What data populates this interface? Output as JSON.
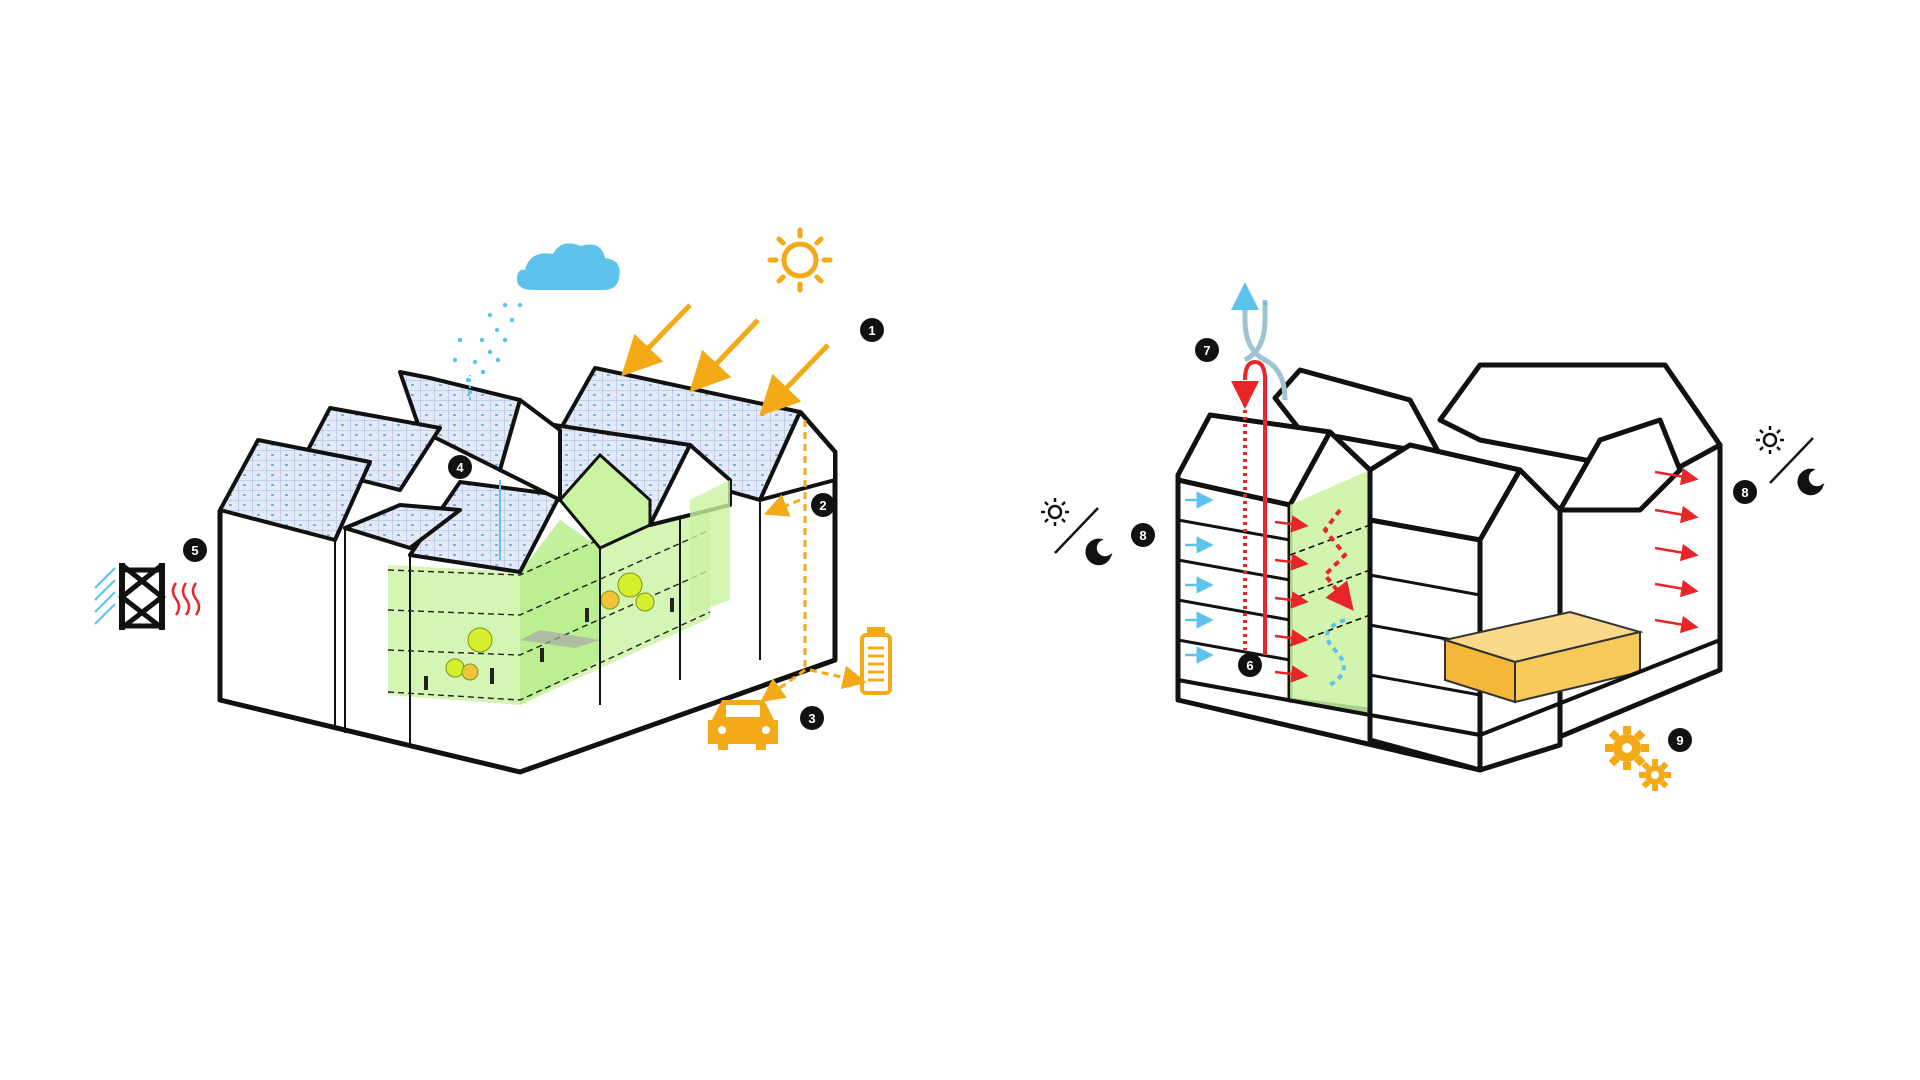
{
  "colors": {
    "outline": "#111111",
    "solar": "#f4a916",
    "rain": "#5ec3ec",
    "glass_green": "#c9f3a0",
    "heat": "#e8262a",
    "panel": "#dde6f5",
    "storage": "#f7c95b"
  },
  "icons": [
    "sun-icon",
    "cloud-icon",
    "battery-icon",
    "car-icon",
    "sun-moon-icon",
    "gears-icon",
    "heat-exchanger-icon"
  ],
  "callouts": {
    "c1": "1",
    "c2": "2",
    "c3": "3",
    "c4": "4",
    "c5": "5",
    "c6": "6",
    "c7": "7",
    "c8a": "8",
    "c8b": "8",
    "c9": "9"
  }
}
